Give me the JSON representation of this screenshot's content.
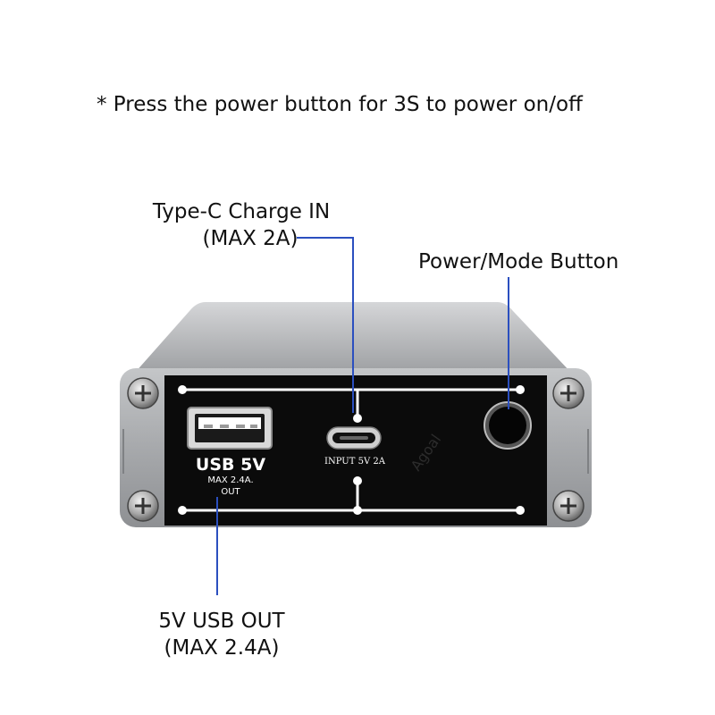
{
  "note": "* Press the power button for 3S to power on/off",
  "callouts": {
    "typec": {
      "line1": "Type-C Charge IN",
      "line2": "(MAX 2A)"
    },
    "power": {
      "label": "Power/Mode Button"
    },
    "usb_out": {
      "line1": "5V USB OUT",
      "line2": "(MAX 2.4A)"
    }
  },
  "panel": {
    "usb_label": "USB 5V",
    "usb_max": "MAX  2.4A.",
    "usb_out": "OUT",
    "input_label": "INPUT   5V   2A",
    "watermark": "Agoal"
  },
  "colors": {
    "callout_line": "#2b4fbf",
    "panel": "#0b0b0b",
    "housing": "#a9abae"
  }
}
